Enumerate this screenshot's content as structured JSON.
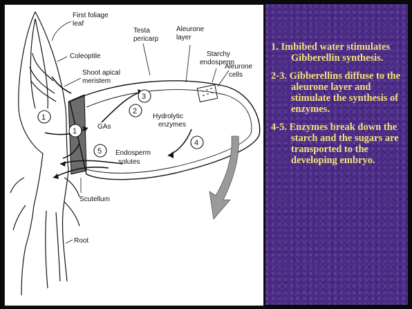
{
  "diagram": {
    "labels": {
      "first_foliage_leaf": [
        "First foliage",
        "leaf"
      ],
      "coleoptile": "Coleoptile",
      "shoot_apical_meristem": [
        "Shoot apical",
        "meristem"
      ],
      "testa_pericarp": [
        "Testa",
        "pericarp"
      ],
      "aleurone_layer": [
        "Aleurone",
        "layer"
      ],
      "starchy_endosperm": [
        "Starchy",
        "endosperm"
      ],
      "aleurone_cells": [
        "Aleurone",
        "cells"
      ],
      "gas": "GAs",
      "hydrolytic_enzymes": [
        "Hydrolytic",
        "enzymes"
      ],
      "endosperm_solutes": [
        "Endosperm",
        "solutes"
      ],
      "scutellum": "Scutellum",
      "root": "Root"
    },
    "step_numbers": [
      "1",
      "1",
      "2",
      "3",
      "4",
      "5"
    ]
  },
  "steps": [
    {
      "text": "1.  Imbibed water stimulates Gibberellin synthesis."
    },
    {
      "text": "2-3.  Gibberellins diffuse to the aleurone layer and stimulate the synthesis of enzymes."
    },
    {
      "text": "4-5.  Enzymes break down the starch and the sugars are transported to the developing embryo."
    }
  ],
  "colors": {
    "text_panel_bg": "#4a2a86",
    "step_text": "#f7e27a",
    "slide_bg": "#0a0a0a"
  }
}
